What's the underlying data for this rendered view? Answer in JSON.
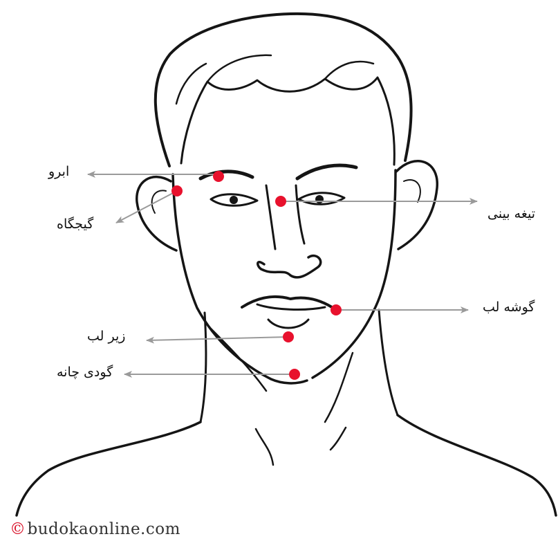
{
  "labels": {
    "eyebrow": "ابرو",
    "temple": "گیجگاه",
    "nose_bridge": "تیغه بینی",
    "mouth_corner": "گوشه لب",
    "below_lip": "زیر لب",
    "chin_dimple": "گودی چانه"
  },
  "watermark": {
    "symbol": "©",
    "text": "budokaonline.com"
  },
  "colors": {
    "point": "#e8112d",
    "arrow": "#9a9a9a",
    "sketch": "#151515"
  }
}
